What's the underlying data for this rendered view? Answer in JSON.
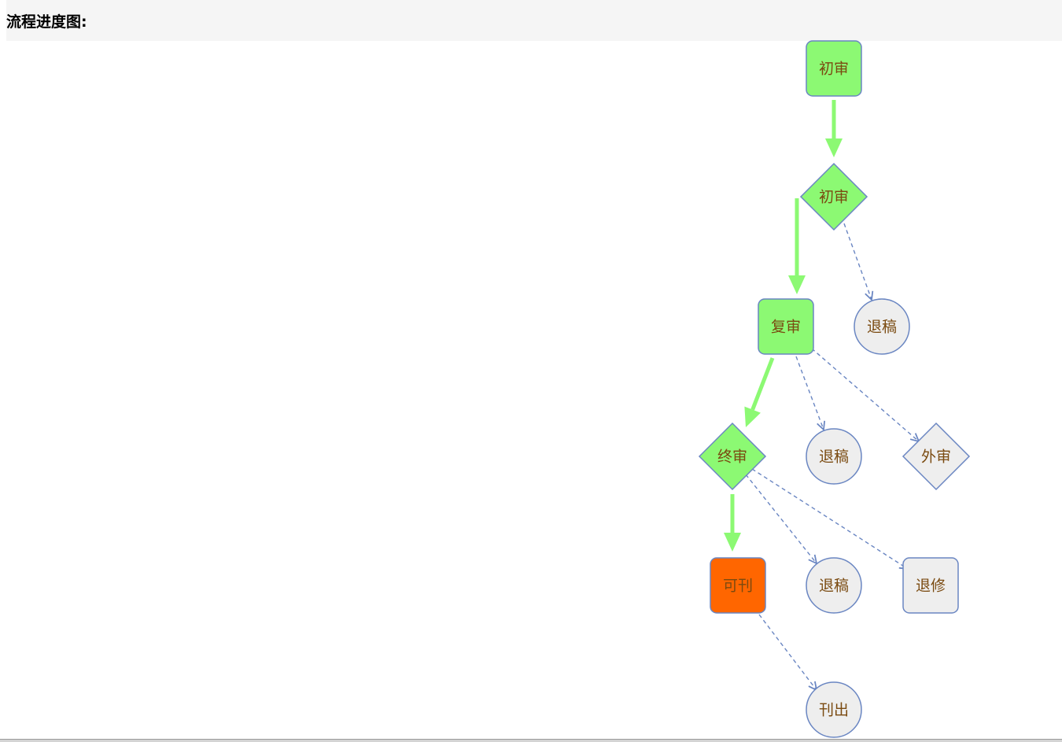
{
  "header": {
    "title": "流程进度图:"
  },
  "colors": {
    "done": "#8cf973",
    "current": "#ff6600",
    "pending": "#eeeeee",
    "stroke": "#6a86c2",
    "label": "#7a4a10",
    "done_edge": "#8cf973",
    "pending_edge": "#6a86c2"
  },
  "flow": {
    "nodes": [
      {
        "id": "n1",
        "shape": "rounded-square",
        "status": "done",
        "label": "初审"
      },
      {
        "id": "n2",
        "shape": "diamond",
        "status": "done",
        "label": "初审"
      },
      {
        "id": "n3",
        "shape": "circle",
        "status": "pending",
        "label": "退稿"
      },
      {
        "id": "n4",
        "shape": "rounded-square",
        "status": "done",
        "label": "复审"
      },
      {
        "id": "n5",
        "shape": "diamond",
        "status": "done",
        "label": "终审"
      },
      {
        "id": "n6",
        "shape": "circle",
        "status": "pending",
        "label": "退稿"
      },
      {
        "id": "n7",
        "shape": "diamond",
        "status": "pending",
        "label": "外审"
      },
      {
        "id": "n8",
        "shape": "rounded-square",
        "status": "current",
        "label": "可刊"
      },
      {
        "id": "n9",
        "shape": "circle",
        "status": "pending",
        "label": "退稿"
      },
      {
        "id": "n10",
        "shape": "rounded-square",
        "status": "pending",
        "label": "退修"
      },
      {
        "id": "n11",
        "shape": "circle",
        "status": "pending",
        "label": "刊出"
      }
    ],
    "edges": [
      {
        "from": "n1",
        "to": "n2",
        "type": "done"
      },
      {
        "from": "n2",
        "to": "n4",
        "type": "done"
      },
      {
        "from": "n2",
        "to": "n3",
        "type": "pending"
      },
      {
        "from": "n4",
        "to": "n5",
        "type": "done"
      },
      {
        "from": "n4",
        "to": "n6",
        "type": "pending"
      },
      {
        "from": "n4",
        "to": "n7",
        "type": "pending"
      },
      {
        "from": "n5",
        "to": "n8",
        "type": "done"
      },
      {
        "from": "n5",
        "to": "n9",
        "type": "pending"
      },
      {
        "from": "n5",
        "to": "n10",
        "type": "pending"
      },
      {
        "from": "n8",
        "to": "n11",
        "type": "pending"
      }
    ]
  }
}
